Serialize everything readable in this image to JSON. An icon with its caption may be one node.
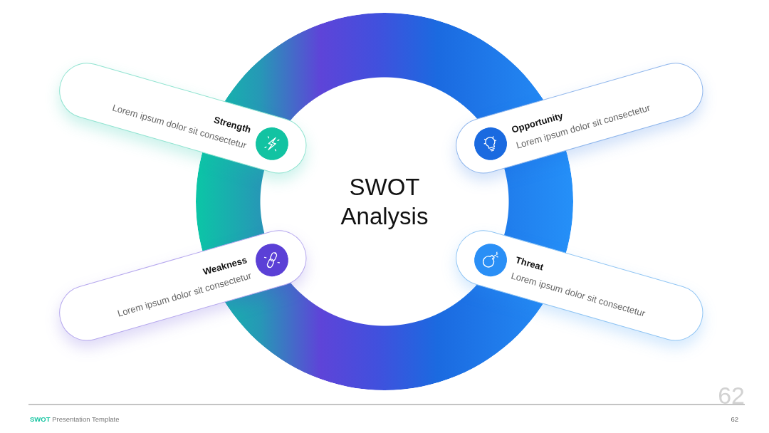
{
  "diagram": {
    "nodes": [
      {
        "text": [
          "SWOT Analysis"
        ]
      },
      {
        "text": [
          "Strength",
          "Lorem ipsum dolor sit consectetur"
        ]
      },
      {
        "text": [
          "Opportunity",
          "Lorem ipsum dolor sit consectetur"
        ]
      },
      {
        "text": [
          "Weakness",
          "Lorem ipsum dolor sit consectetur"
        ]
      },
      {
        "text": [
          "Threat",
          "Lorem ipsum dolor sit consectetur"
        ]
      }
    ],
    "labels": [
      "62",
      "**SWOT** Presentation Template",
      "62"
    ]
  }
}
